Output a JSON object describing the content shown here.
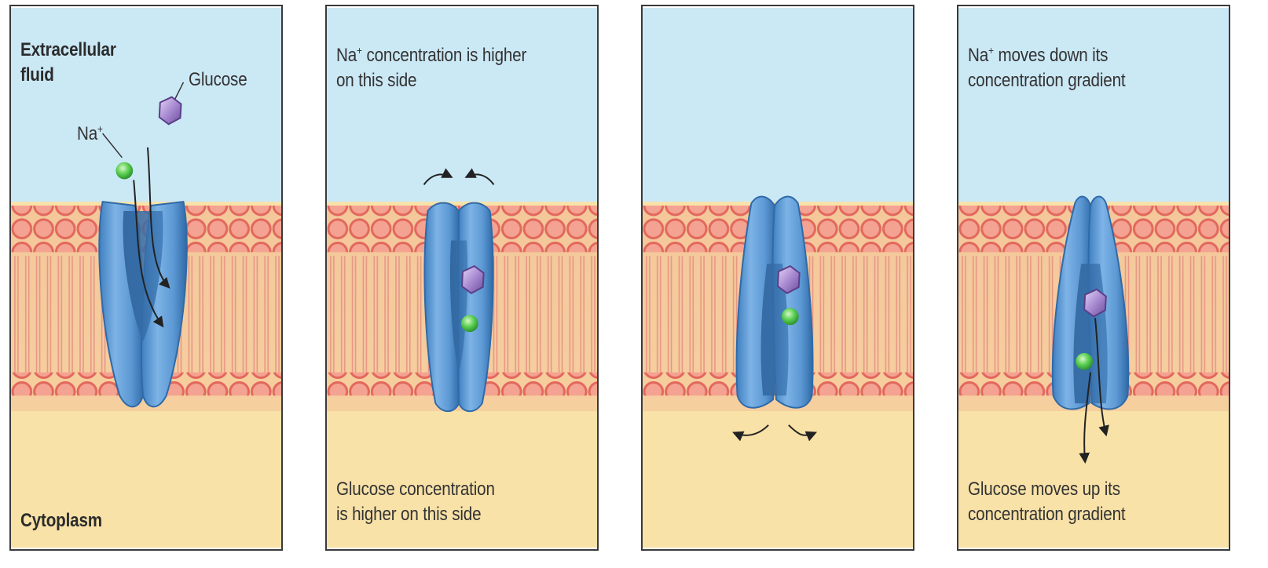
{
  "colors": {
    "extracellular": "#c9e7f4",
    "cytoplasm": "#f7e1a7",
    "lipid_head": "#e97f74",
    "protein": "#5f9bd6",
    "protein_dark": "#2f6fae",
    "sodium": "#4bc24b",
    "glucose": "#9a7cc4"
  },
  "panel1": {
    "extracellular_label": "Extracellular fluid",
    "glucose_label": "Glucose",
    "sodium_label": "Na",
    "sodium_sup": "+",
    "cytoplasm_label": "Cytoplasm"
  },
  "panel2": {
    "top_prefix": "Na",
    "top_sup": "+",
    "top_text_line1": " concentration is higher",
    "top_text_line2": "on this side",
    "bottom_text_line1": "Glucose concentration",
    "bottom_text_line2": "is higher on this side"
  },
  "panel4": {
    "top_prefix": "Na",
    "top_sup": "+",
    "top_text_line1": " moves down its",
    "top_text_line2": "concentration gradient",
    "bottom_text_line1": "Glucose moves up its",
    "bottom_text_line2": "concentration gradient"
  }
}
